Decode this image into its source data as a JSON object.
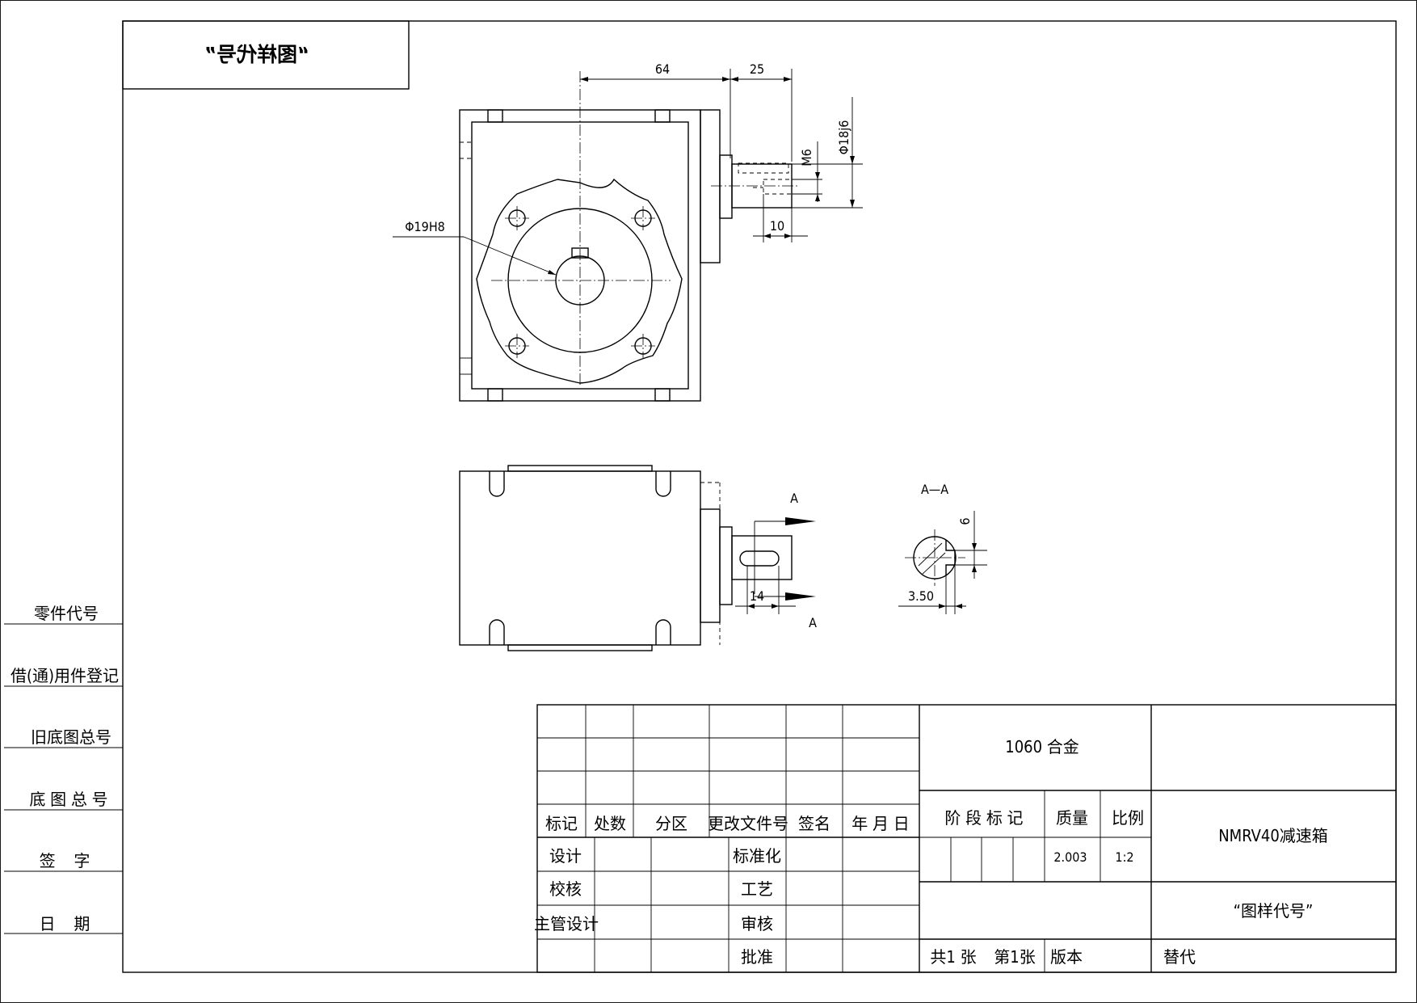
{
  "sheet": {
    "mirrored_code": "“图样代号”"
  },
  "side_column": [
    "零件代号",
    "借(通)用件登记",
    "旧底图总号",
    "底 图 总 号",
    "签    字",
    "日    期"
  ],
  "front_view": {
    "dim_64": "64",
    "dim_25": "25",
    "dim_shaft": "Φ18j6",
    "dim_thread": "M6",
    "dim_10": "10",
    "dim_bore": "Φ19H8"
  },
  "side_view": {
    "section_arrow_top": "A",
    "section_arrow_bottom": "A",
    "dim_14": "14"
  },
  "section_view": {
    "title": "A—A",
    "dim_6": "6",
    "dim_350": "3.50"
  },
  "title_block": {
    "header_row": [
      "标记",
      "处数",
      "分区",
      "更改文件号",
      "签名",
      "年 月 日"
    ],
    "design": "设计",
    "check": "校核",
    "chief": "主管设计",
    "standard": "标准化",
    "process": "工艺",
    "review": "审核",
    "approve": "批准",
    "material": "1060 合金",
    "stage": "阶 段 标 记",
    "mass_label": "质量",
    "scale_label": "比例",
    "mass_value": "2.003",
    "scale_value": "1:2",
    "part_name": "NMRV40减速箱",
    "drawing_code": "“图样代号”",
    "sheets_total": "共1 张",
    "sheet_no": "第1张",
    "version": "版本",
    "replace": "替代"
  }
}
